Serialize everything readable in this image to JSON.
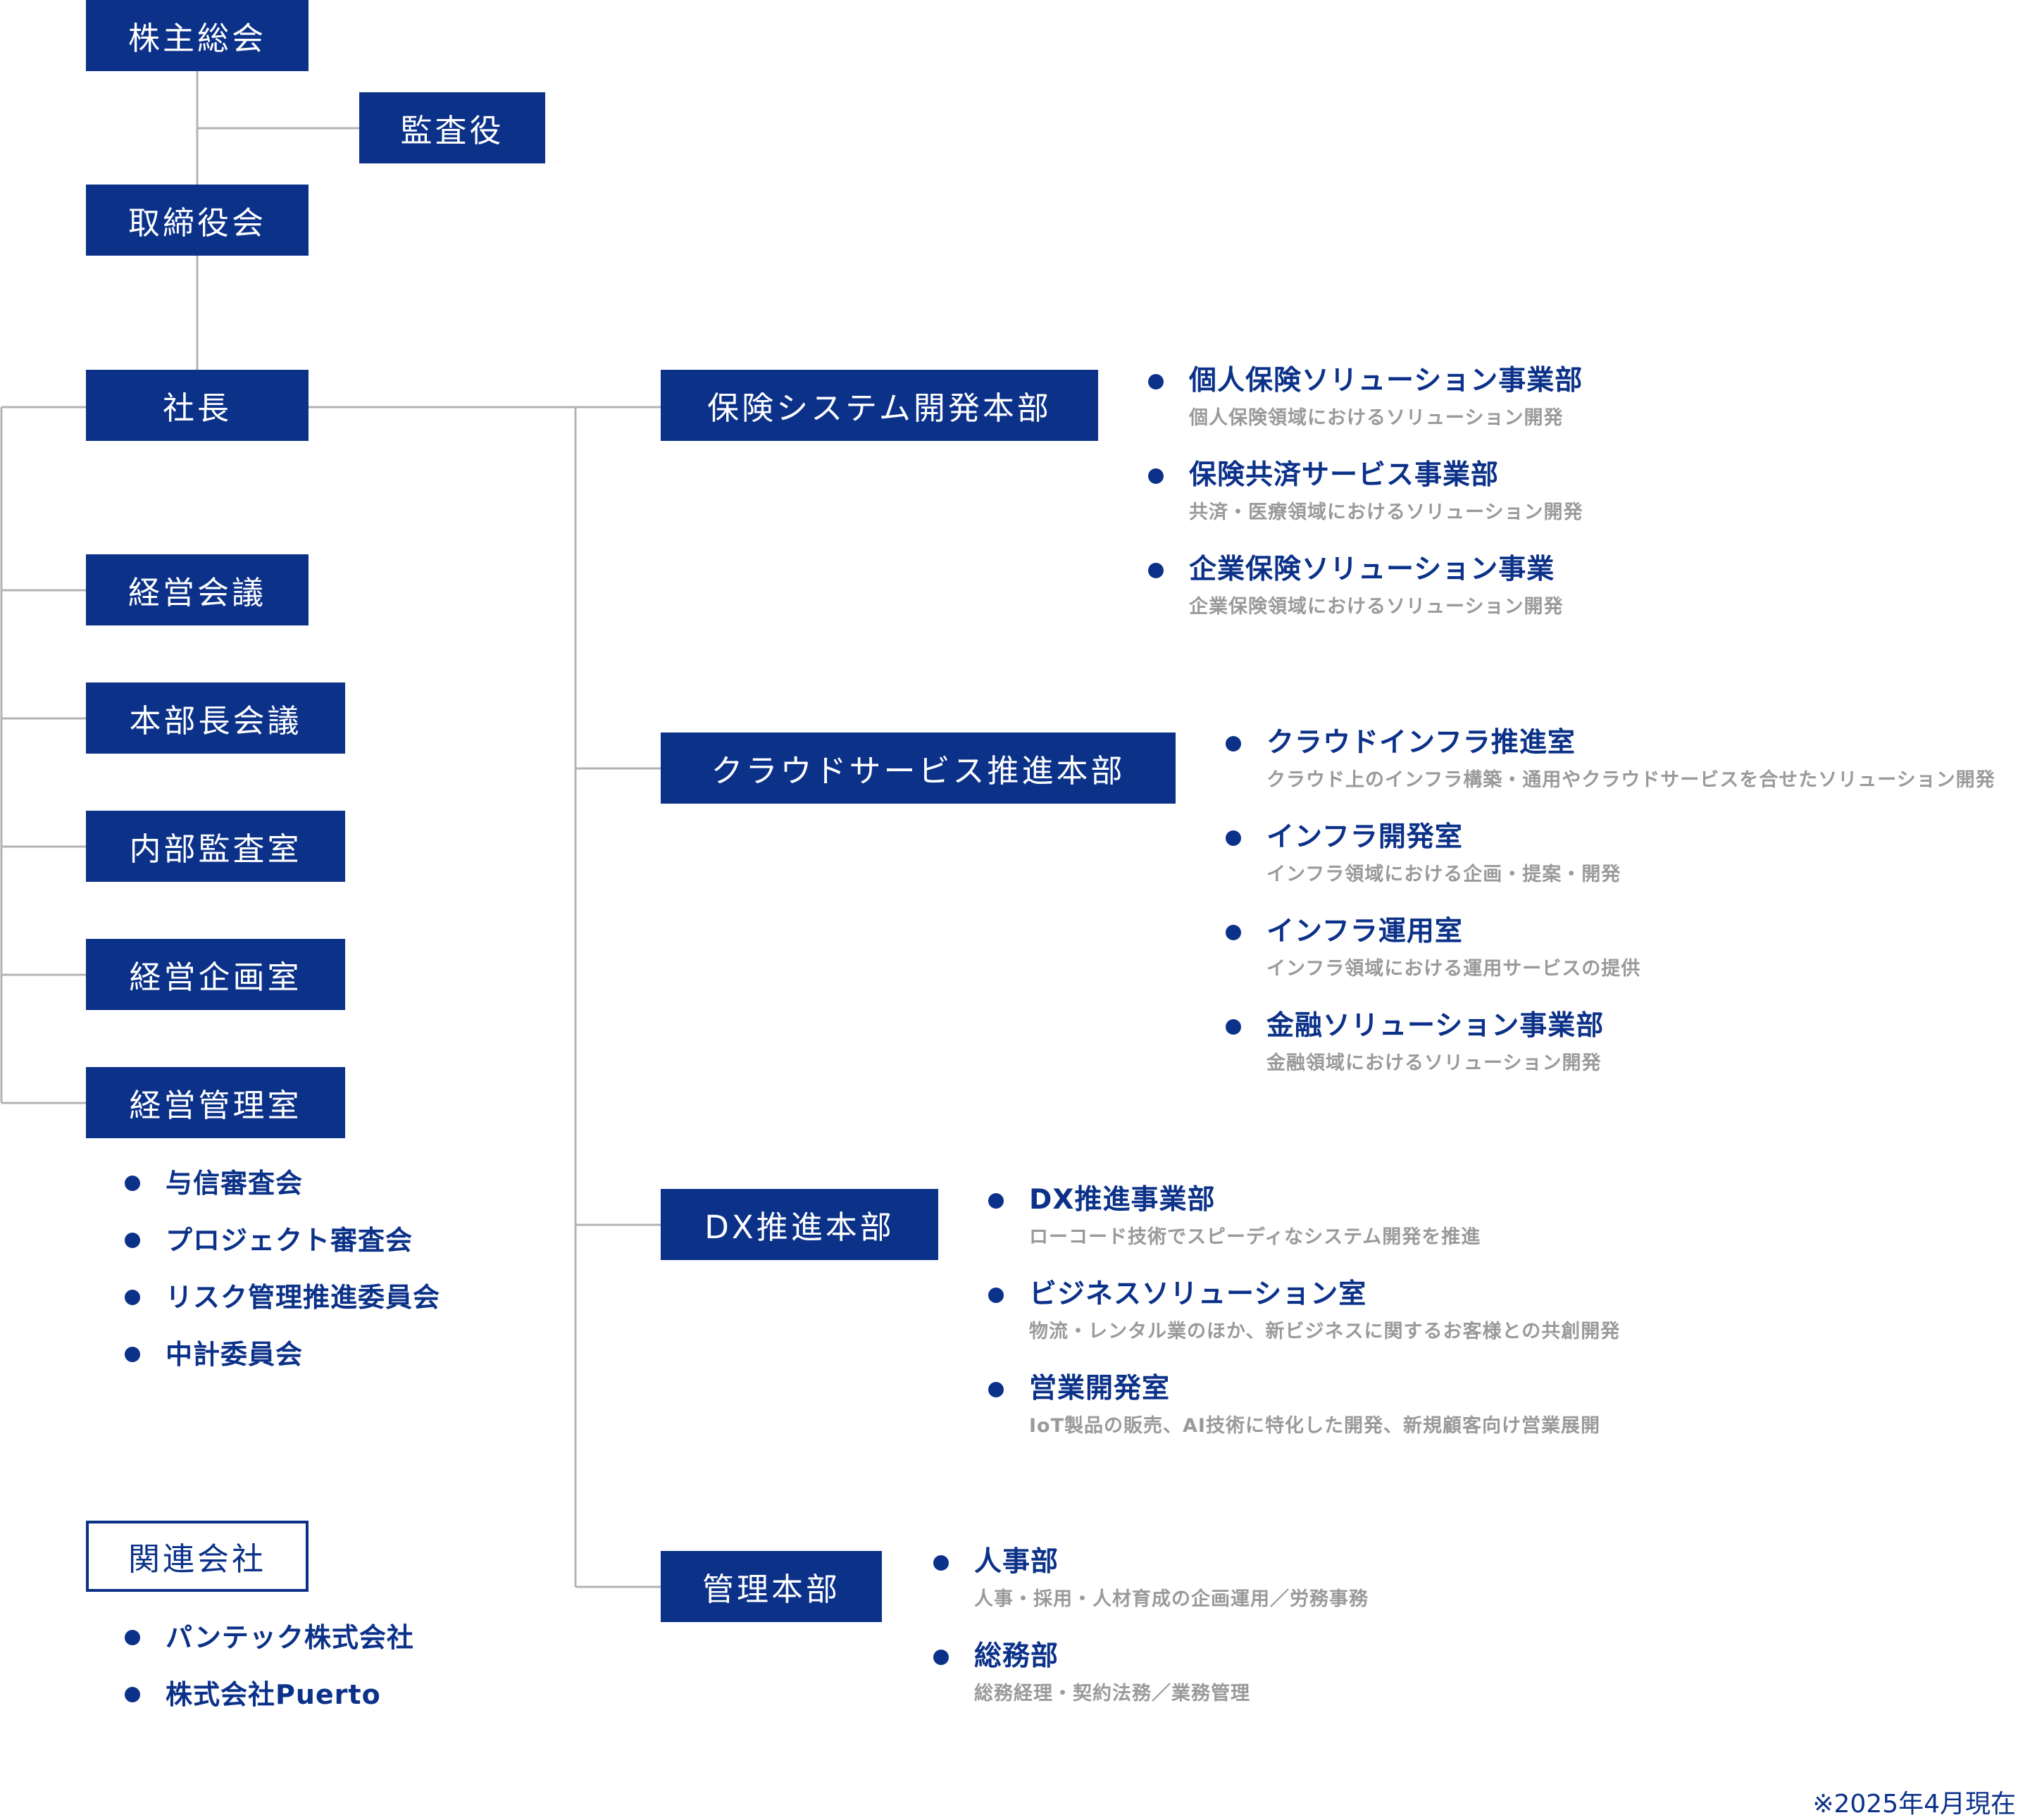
{
  "boxes": {
    "shareholders": "株主総会",
    "auditor": "監査役",
    "board": "取締役会",
    "president": "社長",
    "mgmt_meeting": "経営会議",
    "hq_meeting": "本部長会議",
    "internal_audit": "内部監査室",
    "planning": "経営企画室",
    "mgmt_control": "経営管理室",
    "affiliates": "関連会社",
    "insurance_hq": "保険システム開発本部",
    "cloud_hq": "クラウドサービス推進本部",
    "dx_hq": "DX推進本部",
    "admin_hq": "管理本部"
  },
  "mgmt_control_items": [
    "与信審査会",
    "プロジェクト審査会",
    "リスク管理推進委員会",
    "中計委員会"
  ],
  "affiliate_items": [
    "パンテック株式会社",
    "株式会社Puerto"
  ],
  "insurance_items": [
    {
      "title": "個人保険ソリューション事業部",
      "desc": "個人保険領域におけるソリューション開発"
    },
    {
      "title": "保険共済サービス事業部",
      "desc": "共済・医療領域におけるソリューション開発"
    },
    {
      "title": "企業保険ソリューション事業",
      "desc": "企業保険領域におけるソリューション開発"
    }
  ],
  "cloud_items": [
    {
      "title": "クラウドインフラ推進室",
      "desc": "クラウド上のインフラ構築・通用やクラウドサービスを合せたソリューション開発"
    },
    {
      "title": "インフラ開発室",
      "desc": "インフラ領域における企画・提案・開発"
    },
    {
      "title": "インフラ運用室",
      "desc": "インフラ領域における運用サービスの提供"
    },
    {
      "title": "金融ソリューション事業部",
      "desc": "金融領域におけるソリューション開発"
    }
  ],
  "dx_items": [
    {
      "title": "DX推進事業部",
      "desc": "ローコード技術でスピーディなシステム開発を推進"
    },
    {
      "title": "ビジネスソリューション室",
      "desc": "物流・レンタル業のほか、新ビジネスに関するお客様との共創開発"
    },
    {
      "title": "営業開発室",
      "desc": "IoT製品の販売、AI技術に特化した開発、新規顧客向け営業展開"
    }
  ],
  "admin_items": [
    {
      "title": "人事部",
      "desc": "人事・採用・人材育成の企画運用／労務事務"
    },
    {
      "title": "総務部",
      "desc": "総務経理・契約法務／業務管理"
    }
  ],
  "note": "※2025年4月現在"
}
